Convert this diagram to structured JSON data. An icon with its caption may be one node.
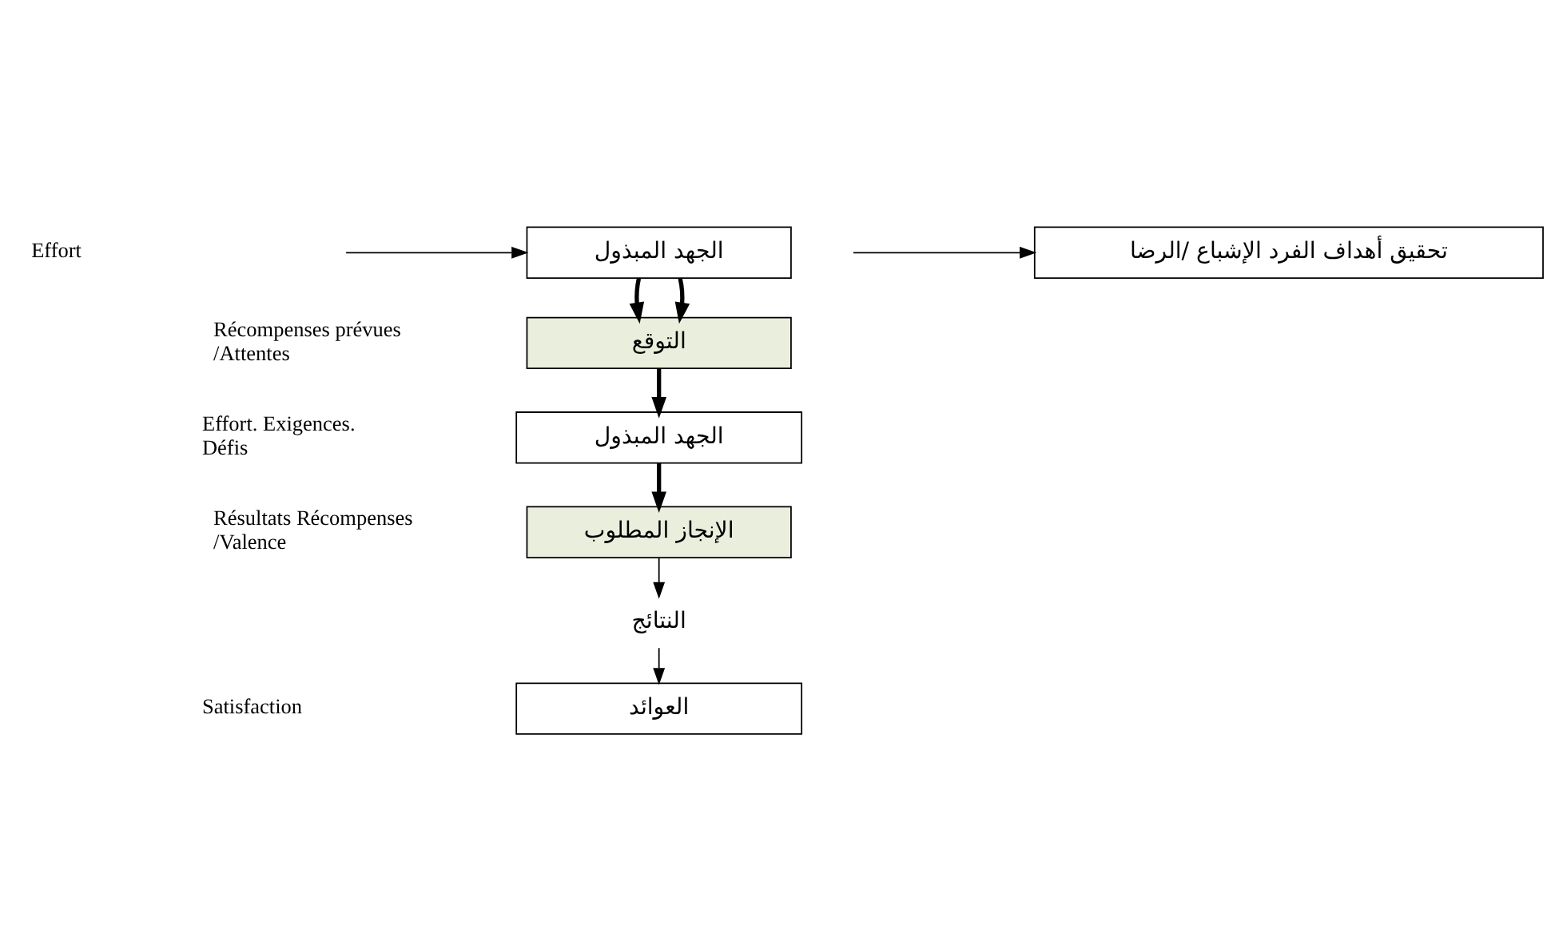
{
  "diagram": {
    "nodes": [
      {
        "text": [
          "الجهد المبذول"
        ]
      },
      {
        "text": [
          "التوقع"
        ]
      },
      {
        "text": [
          "الجهد المبذول"
        ]
      },
      {
        "text": [
          "الإنجاز المطلوب"
        ]
      },
      {
        "text": [
          "النتائج"
        ]
      },
      {
        "text": [
          "العوائد"
        ]
      },
      {
        "text": [
          "تحقيق أهداف الفرد الإشباع /الرضا"
        ]
      }
    ],
    "edges": [
      {
        "from": null,
        "to": 0,
        "arrow": "to"
      },
      {
        "from": 0,
        "to": 1,
        "arrow": "to",
        "style": "thick"
      },
      {
        "from": 0,
        "to": 1,
        "arrow": "to",
        "style": "thick"
      },
      {
        "from": 1,
        "to": 2,
        "arrow": "to",
        "style": "thick"
      },
      {
        "from": 2,
        "to": 3,
        "arrow": "to",
        "style": "thick"
      },
      {
        "from": 3,
        "to": 4,
        "arrow": "to"
      },
      {
        "from": 4,
        "to": 5,
        "arrow": "to"
      },
      {
        "from": null,
        "to": 6,
        "arrow": "to"
      }
    ],
    "labels": [
      "Effort",
      "Récompenses prévues /Attentes",
      "Effort. Exigences. Défis",
      "Résultats Récompenses /Valence",
      "Satisfaction"
    ]
  }
}
